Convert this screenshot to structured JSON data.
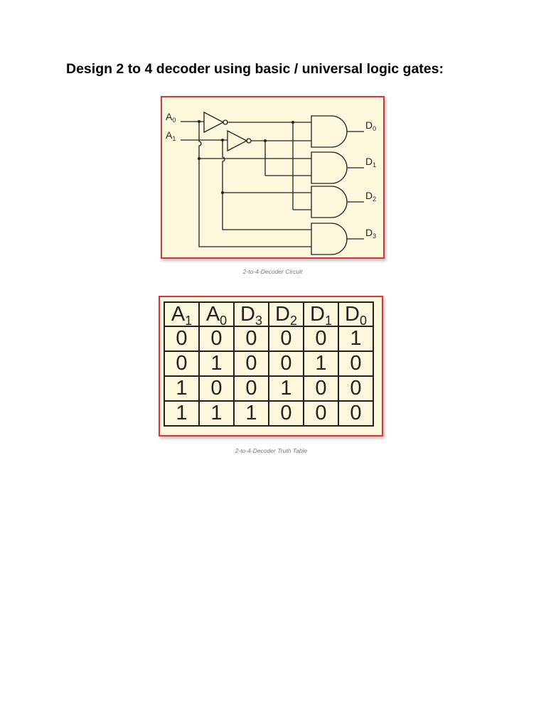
{
  "heading": "Design 2 to 4 decoder using basic / universal logic gates:",
  "circuit": {
    "inputs": [
      {
        "base": "A",
        "sub": "0"
      },
      {
        "base": "A",
        "sub": "1"
      }
    ],
    "outputs": [
      {
        "base": "D",
        "sub": "0"
      },
      {
        "base": "D",
        "sub": "1"
      },
      {
        "base": "D",
        "sub": "2"
      },
      {
        "base": "D",
        "sub": "3"
      }
    ],
    "caption": "2-to-4-Decoder Circuit"
  },
  "truth_table": {
    "headers": [
      {
        "base": "A",
        "sub": "1"
      },
      {
        "base": "A",
        "sub": "0"
      },
      {
        "base": "D",
        "sub": "3"
      },
      {
        "base": "D",
        "sub": "2"
      },
      {
        "base": "D",
        "sub": "1"
      },
      {
        "base": "D",
        "sub": "0"
      }
    ],
    "rows": [
      [
        "0",
        "0",
        "0",
        "0",
        "0",
        "1"
      ],
      [
        "0",
        "1",
        "0",
        "0",
        "1",
        "0"
      ],
      [
        "1",
        "0",
        "0",
        "1",
        "0",
        "0"
      ],
      [
        "1",
        "1",
        "1",
        "0",
        "0",
        "0"
      ]
    ],
    "caption": "2-to-4-Decoder Truth Table"
  }
}
